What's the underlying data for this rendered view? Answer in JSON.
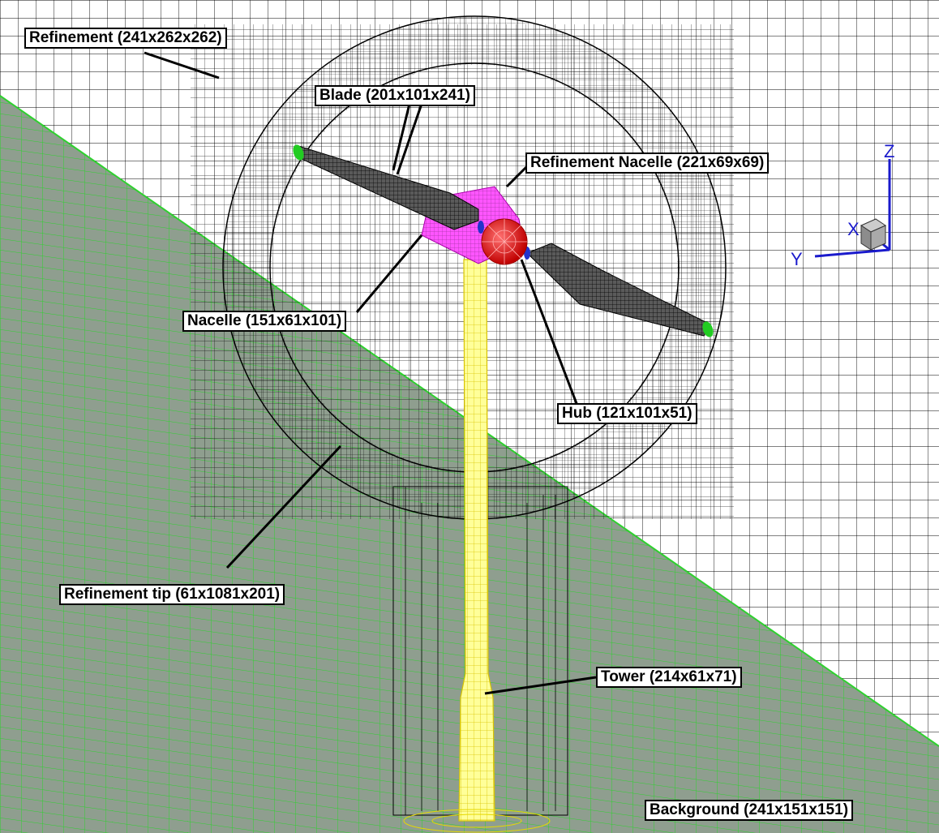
{
  "labels": {
    "refinement": "Refinement (241x262x262)",
    "blade": "Blade (201x101x241)",
    "refinement_nacelle": "Refinement Nacelle (221x69x69)",
    "nacelle": "Nacelle (151x61x101)",
    "hub": "Hub (121x101x51)",
    "refinement_tip": "Refinement tip (61x1081x201)",
    "tower": "Tower (214x61x71)",
    "background": "Background (241x151x151)"
  },
  "axes": {
    "z": "Z",
    "x": "X",
    "y": "Y"
  },
  "colors": {
    "ground": "#8a9c8a",
    "ground_grid": "#2fd02f",
    "mesh_line": "#000000",
    "tower": "#ffff99",
    "tower_mesh": "#e6d800",
    "nacelle": "#ff44ff",
    "hub": "#e01010",
    "blade_tip": "#22cc22",
    "blade_root": "#2233cc",
    "axis": "#1a1acc"
  }
}
